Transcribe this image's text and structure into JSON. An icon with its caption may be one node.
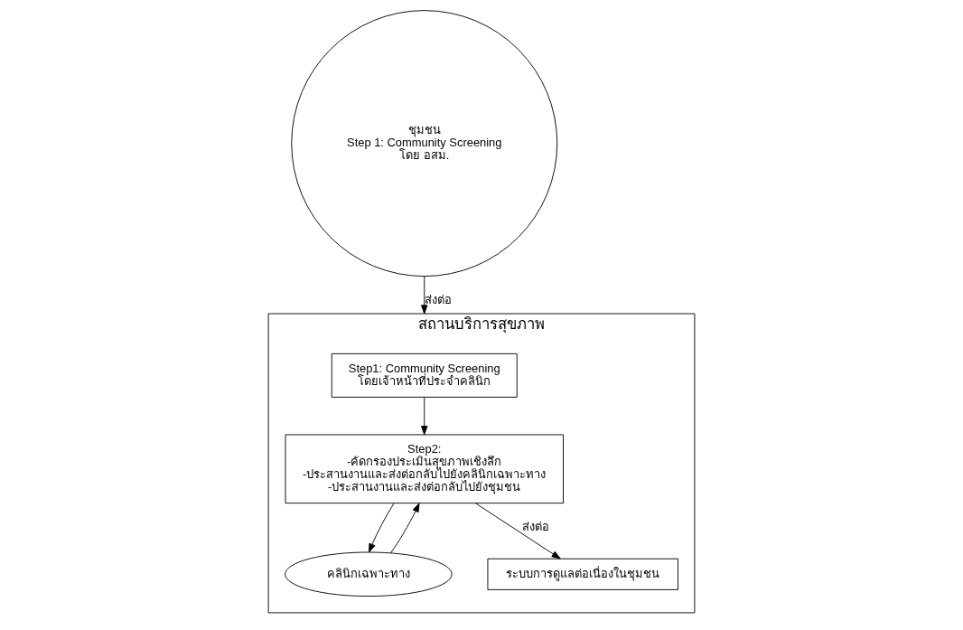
{
  "diagram": {
    "nodes": [
      {
        "text": [
          "ชุมชน",
          "Step 1: Community Screening",
          "โดย อสม."
        ]
      },
      {
        "text": [
          "สถานบริการสุขภาพ"
        ]
      },
      {
        "text": [
          "Step1: Community Screening",
          "โดยเจ้าหน้าที่ประจำคลินิก"
        ],
        "in": 1
      },
      {
        "text": [
          "Step2:",
          "-คัดกรองประเมินสุขภาพเชิงลึก",
          "-ประสานงานและส่งต่อกลับไปยังคลินิกเฉพาะทาง",
          "-ประสานงานและส่งต่อกลับไปยังชุมชน"
        ],
        "in": 1
      },
      {
        "text": [
          "คลินิกเฉพาะทาง"
        ],
        "in": 1
      },
      {
        "text": [
          "ระบบการดูแลต่อเนื่องในชุมชน"
        ],
        "in": 1
      }
    ],
    "edges": [
      {
        "from": 0,
        "to": 1,
        "arrow": "to",
        "label": "ส่งต่อ"
      },
      {
        "from": 2,
        "to": 3,
        "arrow": "to"
      },
      {
        "from": 3,
        "to": 4,
        "arrow": "to"
      },
      {
        "from": 4,
        "to": 3,
        "arrow": "to"
      },
      {
        "from": 3,
        "to": 5,
        "arrow": "to",
        "label": "ส่งต่อ"
      }
    ]
  }
}
